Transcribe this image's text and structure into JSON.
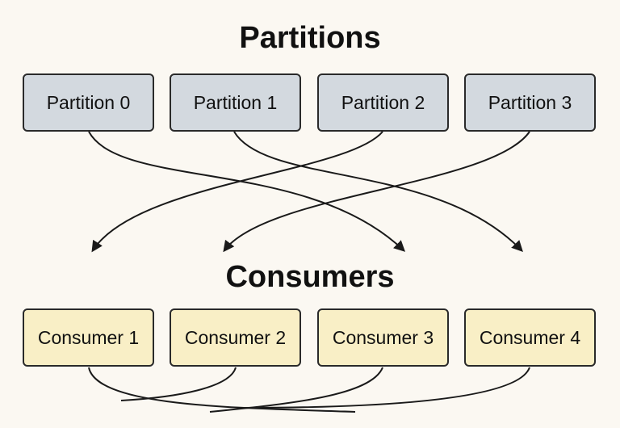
{
  "titles": {
    "partitions": "Partitions",
    "consumers": "Consumers"
  },
  "partitions": [
    {
      "label": "Partition 0"
    },
    {
      "label": "Partition 1"
    },
    {
      "label": "Partition 2"
    },
    {
      "label": "Partition 3"
    }
  ],
  "consumers": [
    {
      "label": "Consumer 1"
    },
    {
      "label": "Consumer 2"
    },
    {
      "label": "Consumer 3"
    },
    {
      "label": "Consumer 4"
    }
  ],
  "colors": {
    "background": "#fbf8f2",
    "partition_fill": "#d3d9df",
    "consumer_fill": "#f9efc6",
    "stroke": "#2a2a2a"
  }
}
